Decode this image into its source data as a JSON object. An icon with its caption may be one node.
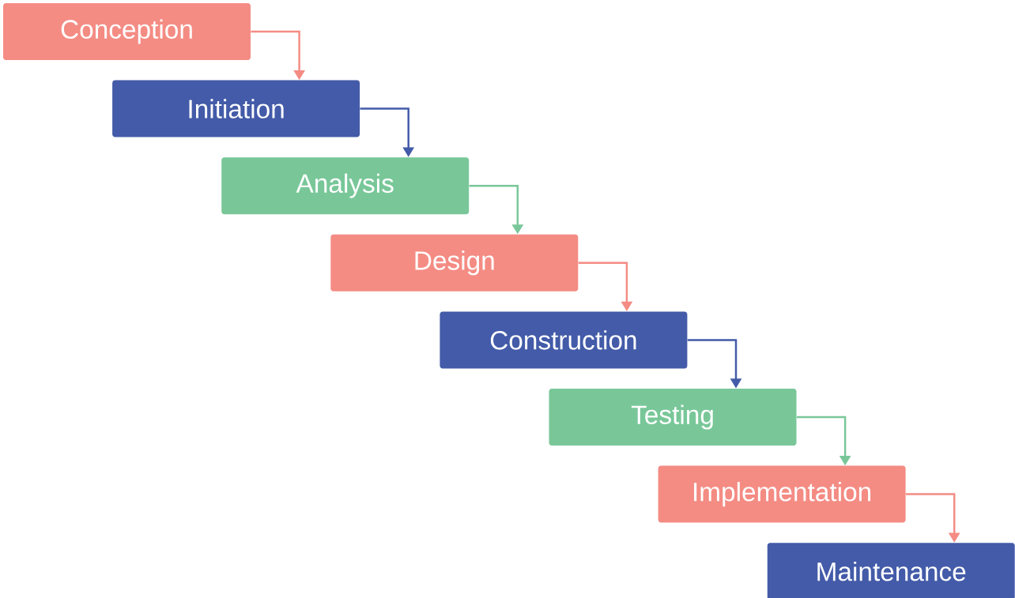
{
  "diagram": {
    "nodes": [
      {
        "text": [
          "Conception"
        ]
      },
      {
        "text": [
          "Initiation"
        ]
      },
      {
        "text": [
          "Analysis"
        ]
      },
      {
        "text": [
          "Design"
        ]
      },
      {
        "text": [
          "Construction"
        ]
      },
      {
        "text": [
          "Testing"
        ]
      },
      {
        "text": [
          "Implementation"
        ]
      },
      {
        "text": [
          "Maintenance"
        ]
      }
    ],
    "edges": [
      {
        "from": 0,
        "to": 1,
        "arrow": "to"
      },
      {
        "from": 1,
        "to": 2,
        "arrow": "to",
        "color": "#435ba8"
      },
      {
        "from": 2,
        "to": 3,
        "arrow": "to",
        "color": "#79c799"
      },
      {
        "from": 3,
        "to": 4,
        "arrow": "to"
      },
      {
        "from": 4,
        "to": 5,
        "arrow": "to",
        "color": "#435ba8"
      },
      {
        "from": 5,
        "to": 6,
        "arrow": "to",
        "color": "#79c799"
      },
      {
        "from": 6,
        "to": 7,
        "arrow": "to"
      }
    ]
  }
}
